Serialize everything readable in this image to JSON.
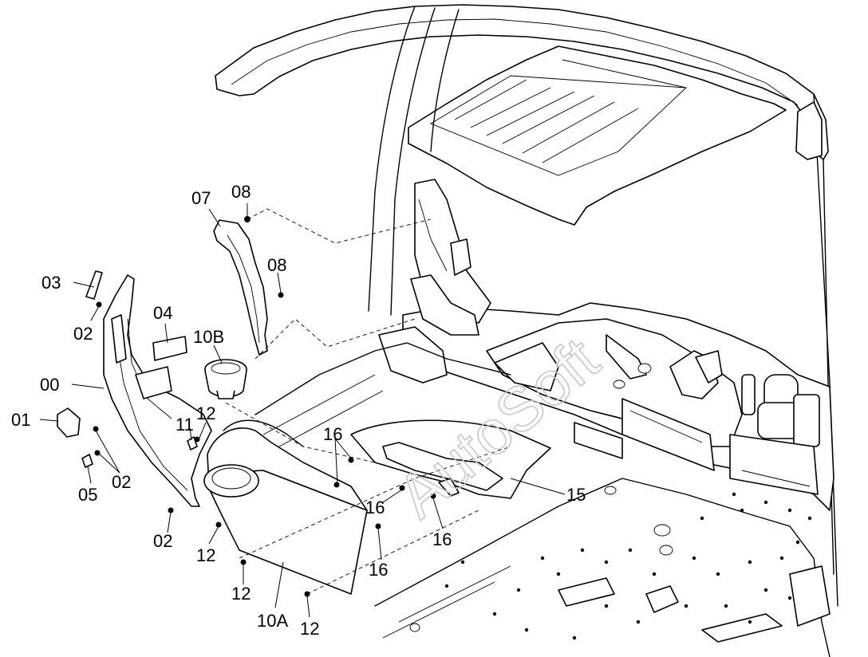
{
  "watermark": "AutoSoft",
  "callouts": [
    {
      "id": "c-07",
      "text": "07"
    },
    {
      "id": "c-08a",
      "text": "08"
    },
    {
      "id": "c-08b",
      "text": "08"
    },
    {
      "id": "c-03",
      "text": "03"
    },
    {
      "id": "c-02a",
      "text": "02"
    },
    {
      "id": "c-04",
      "text": "04"
    },
    {
      "id": "c-10B",
      "text": "10B"
    },
    {
      "id": "c-00",
      "text": "00"
    },
    {
      "id": "c-01",
      "text": "01"
    },
    {
      "id": "c-11",
      "text": "11"
    },
    {
      "id": "c-12a",
      "text": "12"
    },
    {
      "id": "c-05",
      "text": "05"
    },
    {
      "id": "c-02b",
      "text": "02"
    },
    {
      "id": "c-02c",
      "text": "02"
    },
    {
      "id": "c-16a",
      "text": "16"
    },
    {
      "id": "c-16b",
      "text": "16"
    },
    {
      "id": "c-16c",
      "text": "16"
    },
    {
      "id": "c-16d",
      "text": "16"
    },
    {
      "id": "c-15",
      "text": "15"
    },
    {
      "id": "c-12b",
      "text": "12"
    },
    {
      "id": "c-12c",
      "text": "12"
    },
    {
      "id": "c-10A",
      "text": "10A"
    },
    {
      "id": "c-12d",
      "text": "12"
    }
  ]
}
